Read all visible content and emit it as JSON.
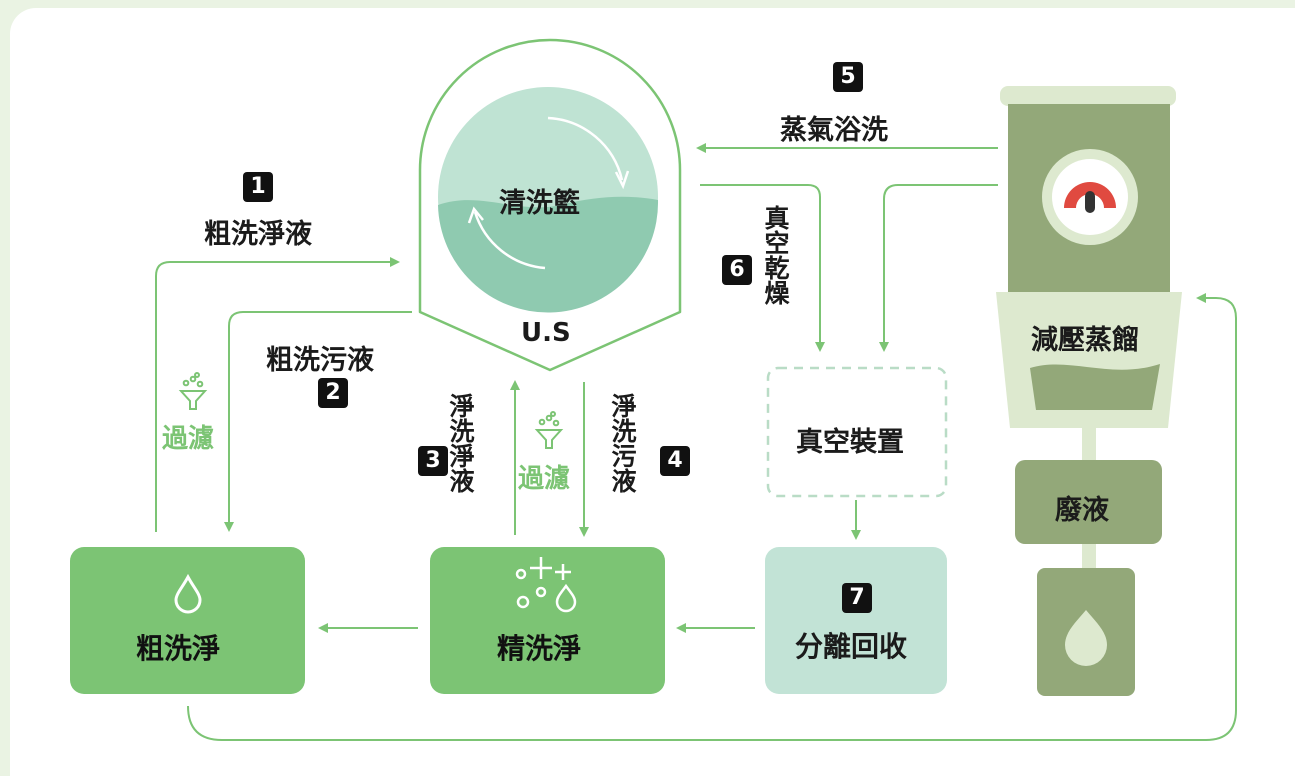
{
  "nodes": {
    "basket": "清洗籃",
    "us": "U.S",
    "coarse_wash": "粗洗淨",
    "fine_wash": "精洗淨",
    "separation": "分離回收",
    "vacuum_device": "真空裝置",
    "distillation": "減壓蒸餾",
    "waste": "廢液"
  },
  "flows": {
    "coarse_clean_liquid": "粗洗淨液",
    "coarse_dirty_liquid": "粗洗污液",
    "fine_clean_liquid": "淨洗淨液",
    "fine_dirty_liquid": "淨洗污液",
    "steam_wash": "蒸氣浴洗",
    "vacuum_dry": "真空乾燥",
    "filter": "過濾"
  },
  "steps": {
    "s1": "1",
    "s2": "2",
    "s3": "3",
    "s4": "4",
    "s5": "5",
    "s6": "6",
    "s7": "7"
  },
  "colors": {
    "background": "#eaf3e3",
    "green": "#7cc474",
    "dark_olive": "#93a879",
    "light_teal": "#c2e3d6",
    "basket_light": "#bfe3d3",
    "basket_dark": "#8fcab0",
    "gauge_red": "#e04a40"
  }
}
